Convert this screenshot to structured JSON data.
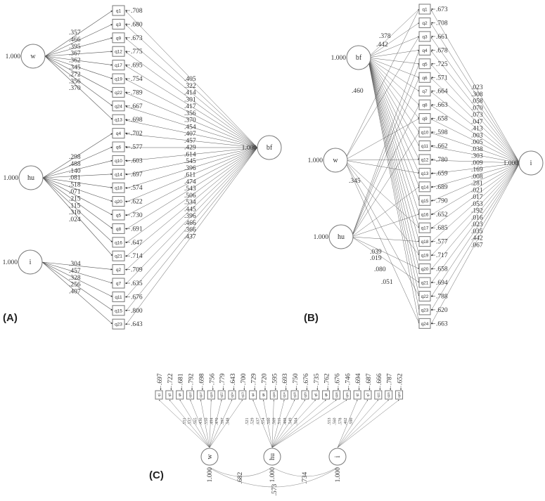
{
  "panels": {
    "A": {
      "label": "(A)",
      "items": [
        "q1",
        "q3",
        "q9",
        "q12",
        "q17",
        "q19",
        "q22",
        "q24",
        "q13",
        "q4",
        "q6",
        "q10",
        "q14",
        "q18",
        "q20",
        "q5",
        "q8",
        "q16",
        "q21",
        "q2",
        "q7",
        "q11",
        "q15",
        "q23"
      ],
      "errors": [
        ".708",
        ".680",
        ".673",
        ".775",
        ".695",
        ".754",
        ".789",
        ".667",
        ".698",
        ".702",
        ".577",
        ".603",
        ".697",
        ".574",
        ".622",
        ".730",
        ".691",
        ".647",
        ".714",
        ".709",
        ".635",
        ".676",
        ".800",
        ".643"
      ],
      "factors": {
        "w": {
          "name": "w",
          "variance": "1.000",
          "loadings": [
            ".357",
            ".466",
            ".395",
            ".367",
            ".362",
            ".345",
            ".272",
            ".356",
            ".370"
          ]
        },
        "hu": {
          "name": "hu",
          "variance": "1.000",
          "loadings": [
            ".298",
            ".488",
            ".140",
            ".081",
            ".518",
            ".071",
            ".215",
            ".115",
            ".310",
            ".024"
          ]
        },
        "i": {
          "name": "i",
          "variance": "1.000",
          "loadings": [
            ".304",
            ".457",
            ".328",
            ".256",
            ".407"
          ]
        },
        "bf": {
          "name": "bf",
          "variance": "1.000",
          "loadings": [
            ".405",
            ".322",
            ".414",
            ".301",
            ".417",
            ".356",
            ".370",
            ".454",
            ".407",
            ".457",
            ".429",
            ".614",
            ".545",
            ".396",
            ".611",
            ".474",
            ".543",
            ".506",
            ".534",
            ".445",
            ".396",
            ".466",
            ".366",
            ".437"
          ]
        }
      }
    },
    "B": {
      "label": "(B)",
      "items": [
        "q1",
        "q2",
        "q3",
        "q4",
        "q5",
        "q6",
        "q7",
        "q8",
        "q9",
        "q10",
        "q11",
        "q12",
        "q13",
        "q14",
        "q15",
        "q16",
        "q17",
        "q18",
        "q19",
        "q20",
        "q21",
        "q22",
        "q23",
        "q24"
      ],
      "errors": [
        ".673",
        ".708",
        ".661",
        ".678",
        ".725",
        ".571",
        ".664",
        ".663",
        ".658",
        ".598",
        ".662",
        ".780",
        ".659",
        ".689",
        ".790",
        ".652",
        ".685",
        ".577",
        ".717",
        ".658",
        ".694",
        ".788",
        ".620",
        ".663"
      ],
      "factors": {
        "bf": {
          "name": "bf",
          "variance": "1.000",
          "visible_loadings": [
            ".378",
            ".442",
            ".460"
          ]
        },
        "w": {
          "name": "w",
          "variance": "1.000",
          "visible_loadings": [
            ".345"
          ]
        },
        "hu": {
          "name": "hu",
          "variance": "1.000",
          "visible_loadings": [
            ".039",
            ".019",
            ".080",
            ".051"
          ]
        },
        "i": {
          "name": "i",
          "variance": "1.000",
          "loadings": [
            ".023",
            ".308",
            ".058",
            ".070",
            ".073",
            ".047",
            ".413",
            ".003",
            ".005",
            ".038",
            ".303",
            ".009",
            ".169",
            ".008",
            ".281",
            ".021",
            ".017",
            ".053",
            ".192",
            ".016",
            ".023",
            ".035",
            ".442",
            ".067"
          ]
        }
      }
    },
    "C": {
      "label": "(C)",
      "items": [
        "q1",
        "q3",
        "q9",
        "q12",
        "q17",
        "q19",
        "q22",
        "q24",
        "q13",
        "q4",
        "q6",
        "q10",
        "q14",
        "q18",
        "q20",
        "q5",
        "q8",
        "q16",
        "q21",
        "q2",
        "q7",
        "q11",
        "q15",
        "q23"
      ],
      "errors": [
        ".697",
        ".722",
        ".681",
        ".792",
        ".698",
        ".756",
        ".779",
        ".643",
        ".700",
        ".729",
        ".720",
        ".595",
        ".693",
        ".750",
        ".676",
        ".735",
        ".762",
        ".676",
        ".746",
        ".694",
        ".687",
        ".666",
        ".787",
        ".652"
      ],
      "factors": {
        "w": {
          "name": "w",
          "variance": "1.000",
          "loadings": [
            ".551",
            ".537",
            ".565",
            ".436",
            ".550",
            ".494",
            ".470",
            ".597",
            ".548"
          ]
        },
        "hu": {
          "name": "hu",
          "variance": "1.000",
          "loadings": [
            ".521",
            ".529",
            ".637",
            ".554",
            ".500",
            ".569",
            ".515",
            ".488",
            ".549",
            ".504"
          ]
        },
        "i": {
          "name": "i",
          "variance": "1.000",
          "loadings": [
            ".553",
            ".560",
            ".578",
            ".462",
            ".590"
          ]
        }
      },
      "correlations": {
        "w_hu": ".682",
        "hu_i": ".734",
        "w_i": ".573"
      }
    }
  }
}
